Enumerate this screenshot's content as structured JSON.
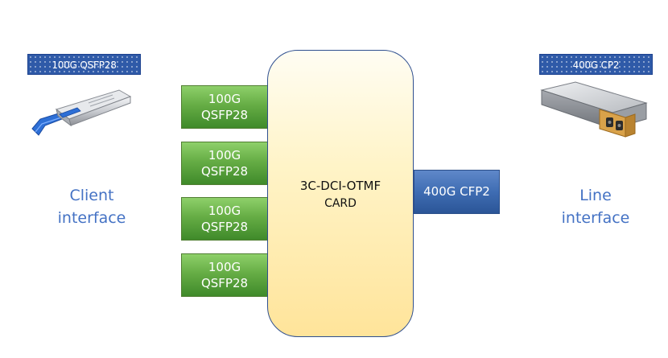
{
  "client_side": {
    "module_banner": "100G QSFP28",
    "label_line1": "Client",
    "label_line2": "interface",
    "module_image": "qsfp28-transceiver-image"
  },
  "line_side": {
    "module_banner": "400G CP2",
    "label_line1": "Line",
    "label_line2": "interface",
    "module_image": "cfp2-transceiver-image"
  },
  "card": {
    "title": "3C-DCI-OTMF",
    "subtitle": "CARD"
  },
  "client_ports": [
    {
      "line1": "100G",
      "line2": "QSFP28"
    },
    {
      "line1": "100G",
      "line2": "QSFP28"
    },
    {
      "line1": "100G",
      "line2": "QSFP28"
    },
    {
      "line1": "100G",
      "line2": "QSFP28"
    }
  ],
  "line_port": {
    "label": "400G CFP2"
  },
  "colors": {
    "banner_blue": "#2f5aa8",
    "interface_text": "#4472c4",
    "port_green": "#66ad45",
    "line_port_blue": "#3f6db3",
    "card_yellow": "#ffe49a"
  }
}
